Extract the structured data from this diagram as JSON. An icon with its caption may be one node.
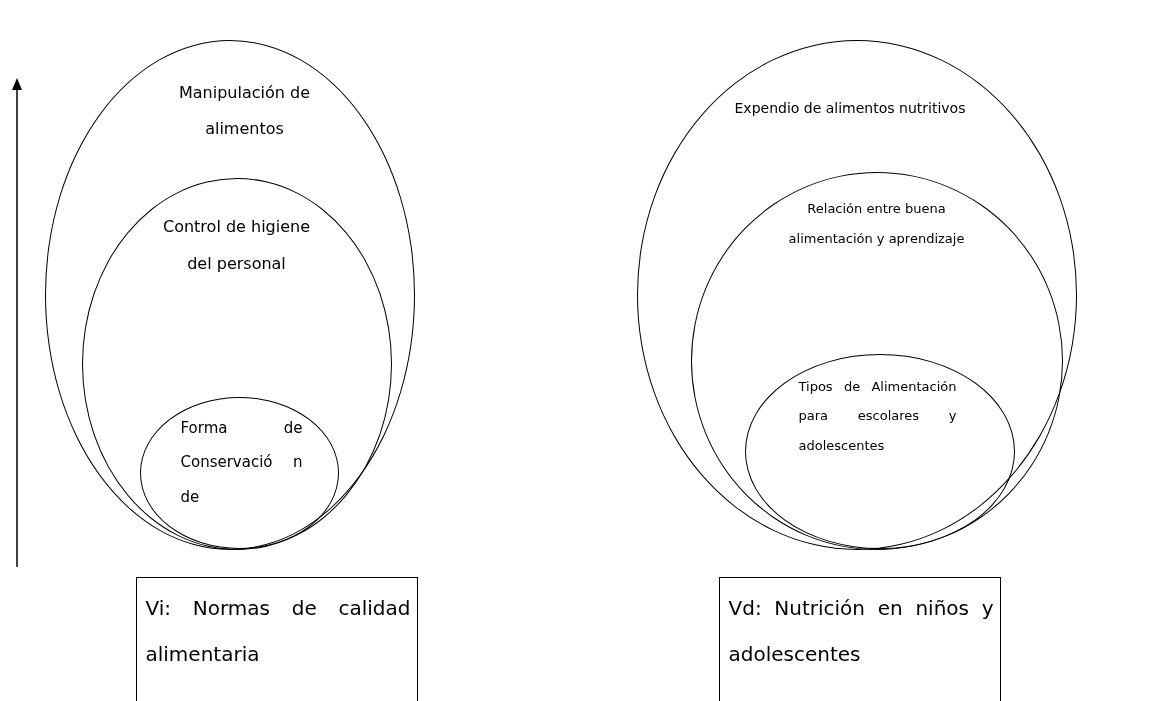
{
  "diagram": {
    "nodes": [
      {
        "text": [
          "Manipulación de alimentos"
        ]
      },
      {
        "text": [
          "Control de higiene del personal"
        ],
        "in": 0
      },
      {
        "text": [
          "Forma de Conservació n de"
        ],
        "in": 1
      },
      {
        "text": [
          "Expendio de alimentos nutritivos"
        ]
      },
      {
        "text": [
          "Relación entre buena alimentación y aprendizaje"
        ],
        "in": 3
      },
      {
        "text": [
          "Tipos de Alimentación para escolares y adolescentes"
        ],
        "in": 4
      },
      {
        "text": [
          "Vi: Normas de calidad alimentaria"
        ]
      },
      {
        "text": [
          "Vd: Nutrición en niños y adolescentes"
        ]
      }
    ],
    "edges": []
  }
}
